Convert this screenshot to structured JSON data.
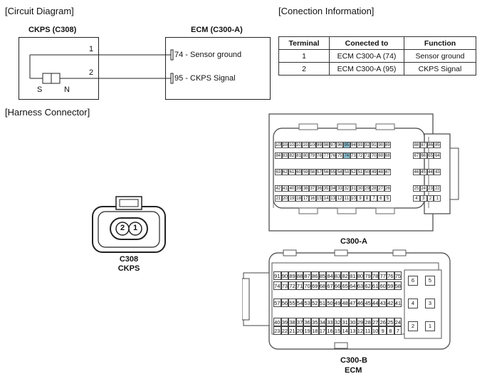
{
  "sections": {
    "circuit": "[Circuit Diagram]",
    "connection": "[Conection Information]",
    "harness": "[Harness Connector]"
  },
  "circuit": {
    "left_title": "CKPS (C308)",
    "right_title": "ECM (C300-A)",
    "wire1_num": "1",
    "wire2_num": "2",
    "pin74": "74 - Sensor ground",
    "pin95": "95 - CKPS Signal",
    "s_label": "S",
    "n_label": "N"
  },
  "table": {
    "headers": [
      "Terminal",
      "Conected to",
      "Function"
    ],
    "rows": [
      [
        "1",
        "ECM C300-A (74)",
        "Sensor ground"
      ],
      [
        "2",
        "ECM C300-A (95)",
        "CKPS Signal"
      ]
    ]
  },
  "connectors": {
    "c308_pins": [
      "2",
      "1"
    ],
    "c308_name": "C308",
    "c308_sub": "CKPS",
    "c300a_name": "C300-A",
    "c300b_name": "C300-B",
    "c300b_sub": "ECM",
    "highlight_pins": [
      "95",
      "74"
    ],
    "c300a_rows": [
      {
        "main": [
          "105",
          "104",
          "103",
          "102",
          "101",
          "100",
          "99",
          "98",
          "97",
          "96",
          "95",
          "94",
          "93",
          "92",
          "91",
          "90",
          "89"
        ],
        "side": [
          "88",
          "87",
          "86",
          "85"
        ]
      },
      {
        "main": [
          "84",
          "83",
          "82",
          "81",
          "80",
          "79",
          "78",
          "77",
          "76",
          "75",
          "74",
          "73",
          "72",
          "71",
          "70",
          "69",
          "68"
        ],
        "side": [
          "67",
          "66",
          "65",
          "64"
        ]
      },
      {
        "main": [
          "63",
          "62",
          "61",
          "60",
          "59",
          "58",
          "57",
          "56",
          "55",
          "54",
          "53",
          "52",
          "51",
          "50",
          "49",
          "48",
          "47"
        ],
        "side": [
          "46",
          "45",
          "44",
          "43"
        ]
      },
      {
        "main": [
          "42",
          "41",
          "40",
          "39",
          "38",
          "37",
          "36",
          "35",
          "34",
          "33",
          "32",
          "31",
          "30",
          "29",
          "28",
          "27",
          "26"
        ],
        "side": [
          "25",
          "24",
          "23",
          "22"
        ]
      },
      {
        "main": [
          "21",
          "20",
          "19",
          "18",
          "17",
          "16",
          "15",
          "14",
          "13",
          "12",
          "11",
          "10",
          "9",
          "8",
          "7",
          "6",
          "5"
        ],
        "side": [
          "4",
          "3",
          "2",
          "1"
        ]
      }
    ],
    "c300b_rows": [
      [
        "91",
        "90",
        "89",
        "88",
        "87",
        "86",
        "85",
        "84",
        "83",
        "82",
        "81",
        "80",
        "79",
        "78",
        "77",
        "76",
        "75"
      ],
      [
        "74",
        "73",
        "72",
        "71",
        "70",
        "69",
        "68",
        "67",
        "66",
        "65",
        "64",
        "63",
        "62",
        "61",
        "60",
        "59",
        "58"
      ],
      [
        "57",
        "56",
        "55",
        "54",
        "53",
        "52",
        "51",
        "50",
        "49",
        "48",
        "47",
        "46",
        "45",
        "44",
        "43",
        "42",
        "41"
      ],
      [
        "40",
        "39",
        "38",
        "37",
        "36",
        "35",
        "34",
        "33",
        "32",
        "31",
        "30",
        "29",
        "28",
        "27",
        "26",
        "25",
        "24"
      ],
      [
        "23",
        "22",
        "21",
        "20",
        "19",
        "18",
        "17",
        "16",
        "15",
        "14",
        "13",
        "12",
        "11",
        "10",
        "9",
        "8",
        "7"
      ]
    ],
    "c300b_side": [
      "6",
      "5",
      "4",
      "3",
      "2",
      "1"
    ]
  }
}
